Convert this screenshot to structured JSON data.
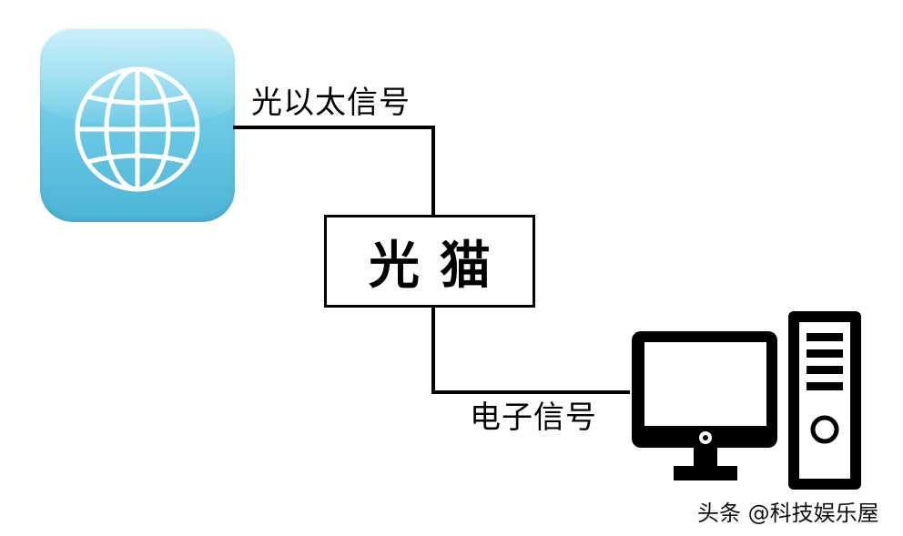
{
  "diagram": {
    "edges": [
      {
        "from": "globe",
        "to": "modem",
        "label": "光以太信号"
      },
      {
        "from": "modem",
        "to": "computer",
        "label": "电子信号"
      }
    ],
    "nodes": {
      "internet": {
        "icon": "globe-icon",
        "color": "#6fcbe6"
      },
      "modem": {
        "label": "光猫"
      },
      "computer": {
        "icon": "desktop-computer-icon"
      }
    }
  },
  "watermark": "头条 @科技娱乐屋"
}
